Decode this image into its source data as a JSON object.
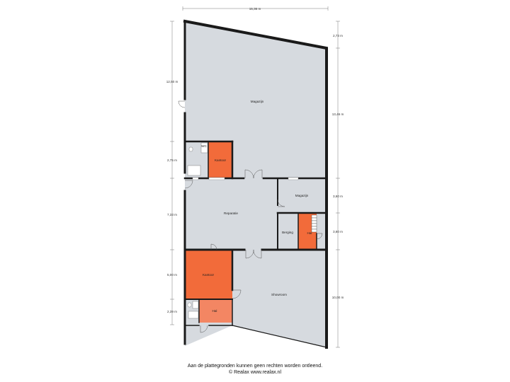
{
  "dimensions": {
    "top_width": "15,36 m",
    "left_top": "12,50 m",
    "left_toilet": "2,75 m",
    "left_workshop": "7,33 m",
    "left_office": "5,00 m",
    "left_bottom": "2,39 m",
    "right_top": "2,73 m",
    "right_main": "13,46 m",
    "right_magazijn": "3,60 m",
    "right_hal": "3,60 m",
    "right_showroom": "10,00 m"
  },
  "rooms": {
    "magazijn_large": "Magazijn",
    "wc": "WC",
    "kantoor_top": "Kantoor",
    "reparatie": "Reparatie",
    "magazijn_small": "Magazijn",
    "berging": "Berging",
    "hal": "Hal",
    "kantoor_bottom": "Kantoor",
    "showroom": "Showroom",
    "hal_bottom": "Hal"
  },
  "footer": {
    "disclaimer": "Aan de plattegronden kunnen geen rechten worden ontleend.",
    "copyright": "© Realax www.realax.nl"
  },
  "colors": {
    "floor": "#d6dadf",
    "highlight": "#f26b3a",
    "wall": "#1a1a1a"
  }
}
